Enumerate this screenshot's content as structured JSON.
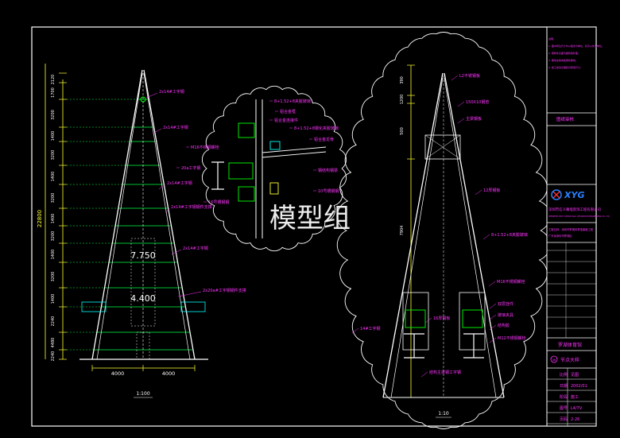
{
  "watermark": "模型组",
  "colors": {
    "background": "#000000",
    "frame": "#ffffff",
    "structure": "#ffffff",
    "grid_line": "#00ff44",
    "dimension": "#ffff33",
    "annotation": "#ff33ff",
    "leader": "#ff33ff",
    "cloud": "#ffffff",
    "member_cyan": "#00ffff",
    "bolt_green": "#00ff00",
    "logo_blue": "#2a7fff",
    "watermark": "#ffffff"
  },
  "left_elevation": {
    "dims_vertical": [
      "2120",
      "1700",
      "3200",
      "1400",
      "3200",
      "1400",
      "3200",
      "1400",
      "3200",
      "1400",
      "3200",
      "1400",
      "2240",
      "4480",
      "2240"
    ],
    "total_height": "22800",
    "elevation_marks": [
      "7.750",
      "4.400"
    ],
    "dims_bottom": [
      "4000",
      "4000"
    ],
    "scale_label": "1:100",
    "annotations": [
      "2x14#工字钢",
      "2x14#工字钢",
      "2x14#工字钢",
      "2x14#工字钢钢件支撑",
      "2x14#工字钢",
      "2x20a#工字钢钢件支撑"
    ]
  },
  "detail_cloud": {
    "annotations": [
      "8+1.52+8夹胶玻璃",
      "铝合金框",
      "铝合金连接件",
      "8+1.52+8钢化夹胶玻璃",
      "铝合金龙骨",
      "M16不锈钢螺栓",
      "20a工字钢",
      "钢结构钢梁",
      "16号槽钢钢",
      "10号槽钢钢"
    ]
  },
  "right_section": {
    "dims_vertical": [
      "390",
      "1200",
      "500",
      "7904"
    ],
    "scale_label": "1:10",
    "annotations": [
      "L2不锈钢板",
      "150X10钢管",
      "主梁钢板",
      "12厚钢板",
      "8+1.52+8夹胶玻璃",
      "M16不锈钢螺栓",
      "双层挂件",
      "玻璃夹具",
      "结构胶",
      "M12不锈钢螺栓",
      "14#工字钢",
      "16厚钢板",
      "结构主梁钢工字钢"
    ]
  },
  "title_block": {
    "notes": [
      "说明：",
      "1. 图中所注尺寸均以毫米为单位，标高以米为单位。",
      "2. 钢构件表面均做防锈处理。",
      "3. 玻璃采用夹胶钢化玻璃。",
      "4. 施工前请仔细核对现场尺寸。"
    ],
    "stamp": "图纸审核",
    "company_logo": "XYG",
    "company_name": "深圳市信义幕墙装饰工程有限公司",
    "company_name_en": "SHENZHEN XINYI CURTAIN WALL DECORATION ENGINEERING CO., LTD.",
    "project_line_1": "工程名称：深圳市罗湖体育馆幕墙工程",
    "project_line_2": "广东省深圳市罗湖区",
    "project_name": "罗湖体育馆",
    "drawing_code": "06",
    "drawing_title": "节点大样",
    "sheet_rows": [
      {
        "label": "比例",
        "value": "见图"
      },
      {
        "label": "日期",
        "value": "2002/01"
      },
      {
        "label": "阶段",
        "value": "施工"
      },
      {
        "label": "图号",
        "value": "L4/7V"
      },
      {
        "label": "页码",
        "value": "2-26"
      }
    ]
  }
}
